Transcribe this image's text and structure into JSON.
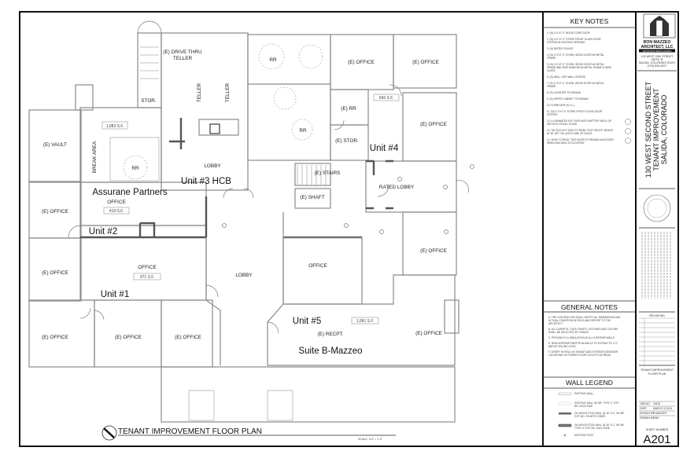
{
  "plan": {
    "title": "TENANT IMPROVEMENT FLOOR PLAN",
    "scale": "SCALE: 1/4\" = 1'-0\"",
    "rooms": {
      "drive_thru_1": "(E) DRIVE THRU",
      "drive_thru_2": "TELLER",
      "teller_a": "TELLER",
      "teller_b": "TELLER",
      "stor": "STOR.",
      "sf_unit3": "1,083 S.F.",
      "vault": "(E) VAULT",
      "break_area": "BREAK AREA",
      "rr_unit3": "RR",
      "lobby_unit3": "LOBBY",
      "office_unit2": "OFFICE",
      "sf_unit2": "419 S.F.",
      "office_left_1": "(E) OFFICE",
      "office_left_2": "(E) OFFICE",
      "office_unit1": "OFFICE",
      "sf_unit1": "971 S.F.",
      "lobby_main": "LOBBY",
      "office_bottom_1": "(E) OFFICE",
      "office_bottom_2": "(E) OFFICE",
      "office_bottom_3": "(E) OFFICE",
      "rr_top": "RR",
      "rr_mid": "RR",
      "office_top_1": "(E) OFFICE",
      "office_top_2": "(E) OFFICE",
      "sf_unit4": "666 S.F.",
      "e_rr": "(E) RR",
      "e_stor": "(E) STOR.",
      "office_right_1": "(E) OFFICE",
      "stairs": "(E) STAIRS",
      "shaft": "(E) SHAFT",
      "rated_lobby": "RATED LOBBY",
      "office_right_2": "(E) OFFICE",
      "office_unit5": "OFFICE",
      "sf_unit5": "1,081 S.F.",
      "recpt": "(E) RECPT.",
      "office_right_3": "(E) OFFICE"
    },
    "tenants": {
      "unit3": "Unit #3 HCB",
      "assurane": "Assurane Partners",
      "unit2": "Unit #2",
      "unit1": "Unit #1",
      "unit4": "Unit #4",
      "unit5": "Unit #5",
      "suite_b": "Suite B-Mazzeo"
    }
  },
  "key_notes": {
    "title": "KEY NOTES",
    "items": [
      "1.  (N) 3'-0\"x7'-0\" WOOD CORE DOOR",
      "2.  (N) 3'-0\"x7'-0\" STORE FRONT GLASS DOOR SYSTEM IN EXISTING OPENING",
      "3.  (N) RATED CEILING",
      "4.  (N) 3'-0\"x7'-0\" 20 MIN. WOOD DOOR W/ METAL FRAME",
      "5.  (N) 3'-0\"x7'-0\" 20 MIN. WOOD DOOR W/ METAL FRAME AND SIDE WINDOW W/ METAL FRAME & WIRE GLASS",
      "6.  (N) WALL, SEE WALL LEGEND",
      "7.  (E) 3'-0\"x7'-0\" 20 MIN. WOOD DOOR W/ METAL FRAME",
      "8.  (E) COUNTER TO REMAIN",
      "9.  (E) UPPER CABINET TO REMAIN",
      "10. FURNITURE (N.I.C.)",
      "11. (N) 3'-0\"x7'-0\" STORE FRONT GLASS DOOR SYSTEM",
      "12. ILLUMINATED EXIT SIGN WITH BATTERY BACK-UP, SEE ELECTRICAL PLANS",
      "13. TACTILE EXIT SIGN TO READ \"EXIT ROUTE\" MOUNT AT 60\" AFF ON LATCH SIDE OF DOOR",
      "14. SIGN TO READ \"THIS DOOR TO REMAIN UNLOCKED WHEN BUILDING IS OCCUPIED\""
    ]
  },
  "general_notes": {
    "title": "GENERAL NOTES",
    "items": [
      "A. THE CONTRACTOR SHALL VERIFY ALL DIMENSIONS AND ACTUAL CONDITION IN FIELD AND REPORT TO THE ARCHITECT",
      "B. ALL CARPETS, TILES, PAINTS, FIXTURES AND COLORS SHALL BE SELECTED BY TENANT",
      "C. PROVIDE R-11 INSULATION AT ALL INTERIOR WALLS",
      "E. NEW INTERIOR PARTITION WALLS TO EXTEND TO 1'-0\" ABOVE CEILING LEVEL",
      "F. VERIFY IN FIELD W/ TENANT AND INTERIOR DESIGNER LOCATIONS OF POWER FLOOR OUTLETS AS REQD."
    ]
  },
  "wall_legend": {
    "title": "WALL LEGEND",
    "items": [
      "EXISTING WALL",
      "EXISTING WALL W/ 5/8\" TYPE 'X' GYP. BD. EACH SIDE",
      "2x4 WOOD STUD WALL @ 16\" O.C. W/ 5/8\" GYP. BD. ON BOTH SIDES",
      "2x4 WOOD STUD WALL @ 16\" O.C. W/ 5/8\" TYPE 'X' GYP. BD. EACH SIDE",
      "EXISTING POST"
    ]
  },
  "title_block": {
    "firm_line1": "RON MAZZEO",
    "firm_line2": "ARCHITECT, LLC",
    "firm_line3": "ARCHITECTURE/PLANNING",
    "address": [
      "130 WEST 2ND STREET",
      "SUITE 'B'",
      "SALIDA, COLORADO 81201",
      "(719) 539-4207"
    ],
    "project": [
      "130 WEST SECOND STREET",
      "TENANT IMPROVEMENT",
      "SALIDA, COLORADO"
    ],
    "revisions_label": "REVISIONS",
    "sheet_title": [
      "TENANT IMPROVEMENT",
      "FLOOR PLAN"
    ],
    "job_table": [
      {
        "label": "JOB NO.",
        "value": "15113"
      },
      {
        "label": "DATE",
        "value": "MARCH 3,2016"
      },
      {
        "label": "DESIGN BY",
        "value": "R.MAZZEO"
      },
      {
        "label": "DRAWN BY",
        "value": "DMD"
      }
    ],
    "sheet_number_label": "SHEET NUMBER",
    "sheet_number": "A201"
  }
}
